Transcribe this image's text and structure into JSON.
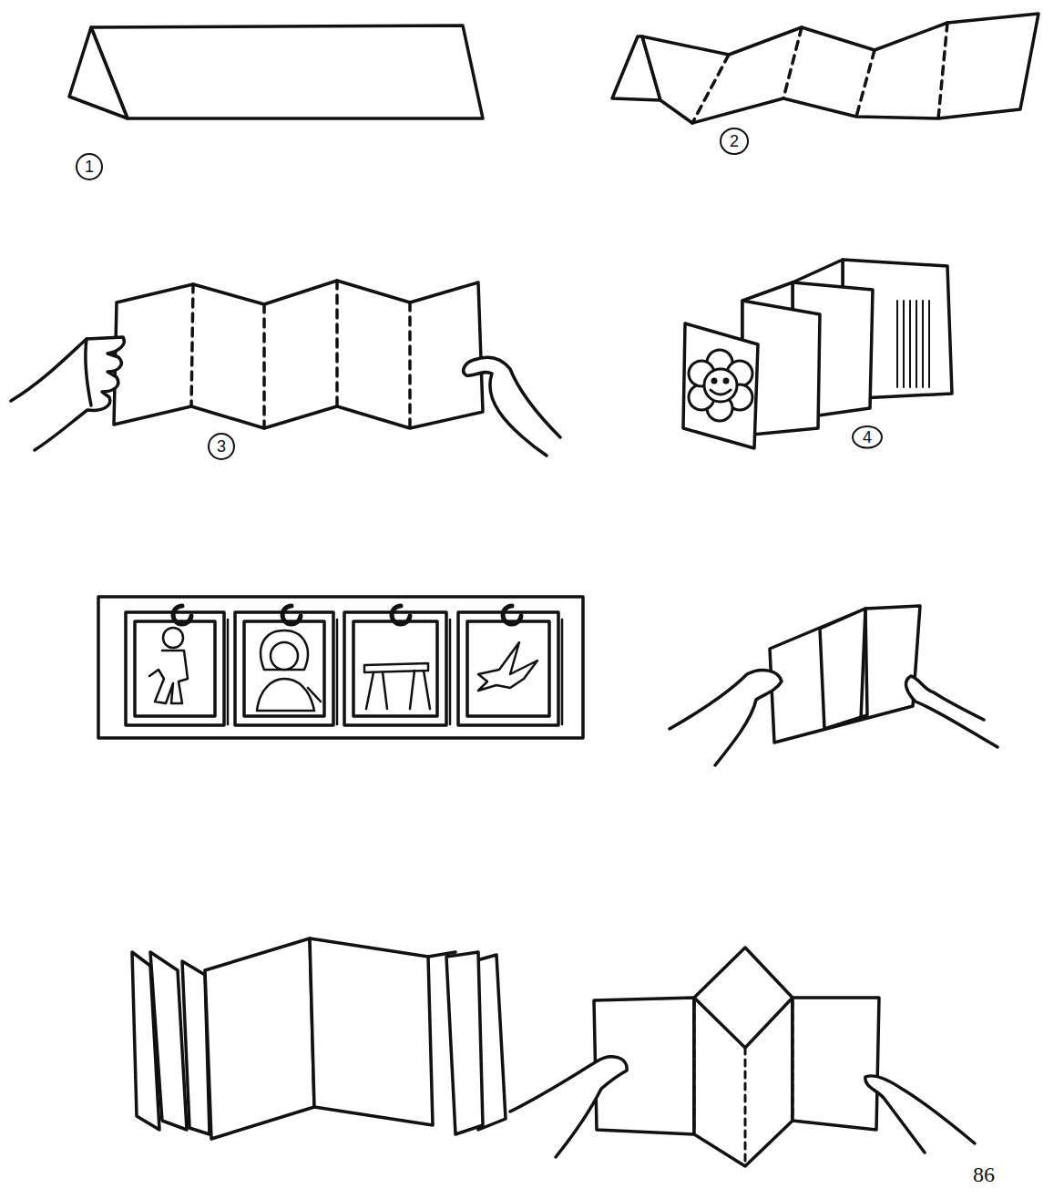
{
  "diagram": {
    "nodes": [
      {
        "text": [
          "1"
        ]
      },
      {
        "text": [
          "2"
        ]
      },
      {
        "text": [
          "3"
        ]
      },
      {
        "text": [
          "4"
        ]
      }
    ],
    "labels": [
      "86"
    ]
  }
}
